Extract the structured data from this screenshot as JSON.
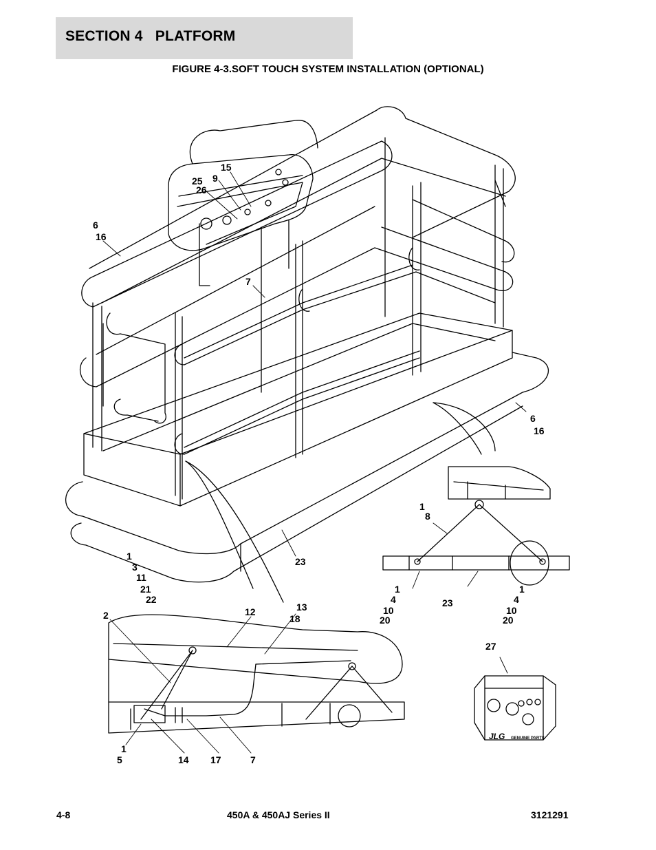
{
  "header": {
    "section": "SECTION 4   PLATFORM",
    "figure_title": "FIGURE 4-3.SOFT TOUCH SYSTEM INSTALLATION (OPTIONAL)"
  },
  "callouts": {
    "c15": "15",
    "c25": "25",
    "c9": "9",
    "c26": "26",
    "c6a": "6",
    "c16a": "16",
    "c7a": "7",
    "c6b": "6",
    "c16b": "16",
    "c1a": "1",
    "c8": "8",
    "c1b": "1",
    "c3": "3",
    "c11": "11",
    "c21": "21",
    "c22": "22",
    "c23a": "23",
    "c1c": "1",
    "c4a": "4",
    "c10a": "10",
    "c20a": "20",
    "c23b": "23",
    "c1d": "1",
    "c4b": "4",
    "c10b": "10",
    "c20b": "20",
    "c2": "2",
    "c12": "12",
    "c13": "13",
    "c18": "18",
    "c27": "27",
    "c1e": "1",
    "c5": "5",
    "c14": "14",
    "c17": "17",
    "c7b": "7"
  },
  "kit": {
    "logo": "JLG",
    "label": "GENUINE PARTS"
  },
  "footer": {
    "page": "4-8",
    "model": "450A & 450AJ Series II",
    "doc_number": "3121291"
  }
}
